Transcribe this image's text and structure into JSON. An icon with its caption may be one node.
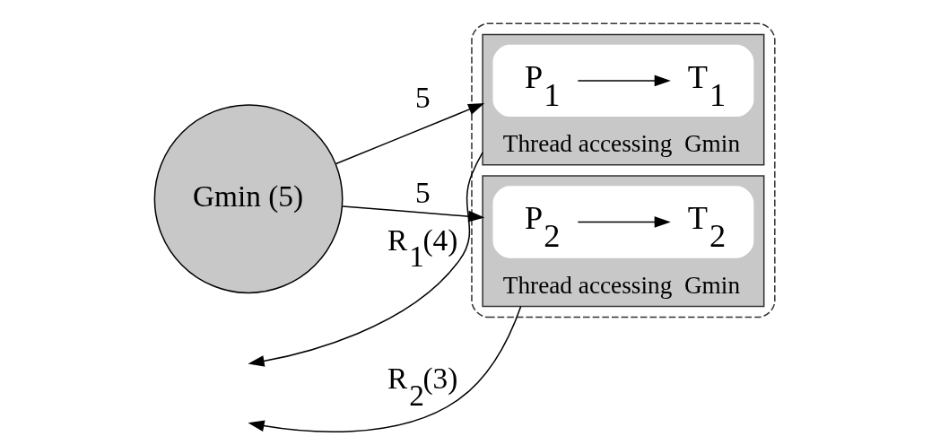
{
  "diagram": {
    "nodes": [
      {
        "text": [
          "Gmin (5)"
        ]
      },
      {
        "text": [],
        "shape": "box"
      },
      {
        "text": [
          "Thread accessing  Gmin"
        ],
        "in": 1
      },
      {
        "text": [],
        "shape": "box",
        "in": 2
      },
      {
        "text": [
          "P$_{1}$"
        ],
        "in": 3
      },
      {
        "text": [
          "T$_{1}$"
        ],
        "in": 3
      },
      {
        "text": [
          "Thread accessing  Gmin"
        ],
        "in": 1
      },
      {
        "text": [],
        "shape": "box",
        "in": 6
      },
      {
        "text": [
          "P$_{2}$"
        ],
        "in": 7
      },
      {
        "text": [
          "T$_{2}$"
        ],
        "in": 7
      }
    ],
    "edges": [
      {
        "from": 0,
        "to": 2,
        "arrow": "to",
        "label": "5"
      },
      {
        "from": 2,
        "to": null,
        "arrow": "to",
        "label": "R$_{1}$(4)"
      },
      {
        "from": 4,
        "to": 5,
        "arrow": "to"
      },
      {
        "from": 0,
        "to": 6,
        "arrow": "to",
        "label": "5"
      },
      {
        "from": 6,
        "to": null,
        "arrow": "to",
        "label": "R$_{2}$(3)"
      },
      {
        "from": 8,
        "to": 9,
        "arrow": "to"
      }
    ]
  }
}
